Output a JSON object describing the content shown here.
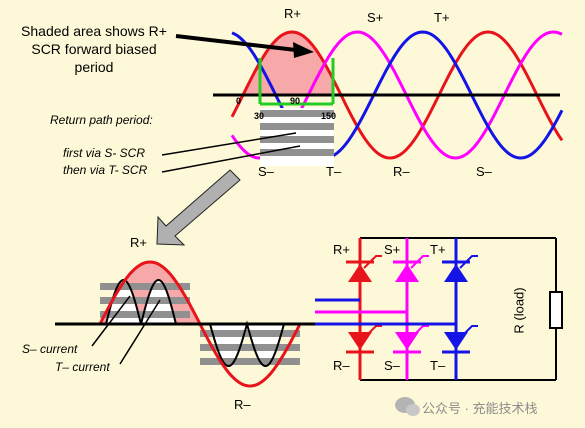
{
  "top_caption": "Shaded area shows R+ SCR forward biased period",
  "return_path_label": "Return path period:",
  "path_first": "first via S- SCR",
  "path_then": "then via T- SCR",
  "top_wave_labels": {
    "r_plus": "R+",
    "s_plus": "S+",
    "t_plus": "T+",
    "s_minus": "S–",
    "t_minus": "T–",
    "r_minus": "R–",
    "s_minus_2": "S–"
  },
  "angle_ticks": {
    "a0": "0",
    "a30": "30",
    "a90": "90",
    "a150": "150"
  },
  "bottom_wave_labels": {
    "r_plus": "R+",
    "r_minus": "R–",
    "s_current": "S– current",
    "t_current": "T– current"
  },
  "bridge_labels": {
    "r_plus": "R+",
    "s_plus": "S+",
    "t_plus": "T+",
    "r_minus": "R–",
    "s_minus": "S–",
    "t_minus": "T–",
    "load": "R (load)"
  },
  "watermark": "公众号 · 充能技术栈",
  "colors": {
    "background": "#fdf9d8",
    "phase_r": "#e8141c",
    "phase_s": "#ff00ff",
    "phase_t": "#1414e6",
    "shade": "#f7a8a8",
    "marker": "#22cc22",
    "pointer": "#b0b0b0"
  }
}
